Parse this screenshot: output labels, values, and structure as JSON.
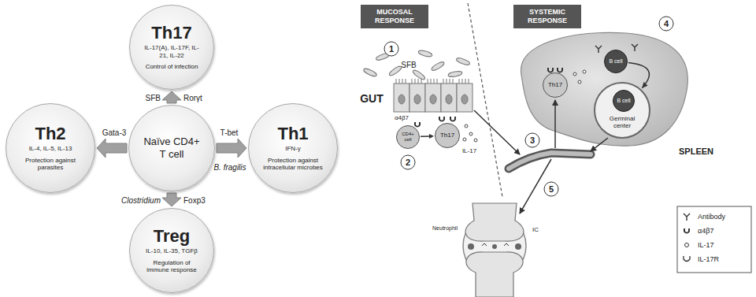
{
  "diagram": {
    "nodes": [
      {
        "text": [
          "Th17",
          "IL-17(A), IL-17F, IL-21, IL-22",
          "Control of infection"
        ]
      },
      {
        "text": [
          "Th2",
          "IL-4, IL-5, IL-13",
          "Protection against parasites"
        ]
      },
      {
        "text": [
          "Naïve CD4+ T cell"
        ]
      },
      {
        "text": [
          "Th1",
          "IFN-γ",
          "Protection against intracellular microbes"
        ]
      },
      {
        "text": [
          "Treg",
          "IL-10, IL-35, TGFβ",
          "Regulation of immune response"
        ]
      },
      {
        "text": [
          "MUCOSAL RESPONSE"
        ]
      },
      {
        "text": [
          "SYSTEMIC RESPONSE"
        ]
      },
      {
        "text": [
          "CD4+ cell"
        ]
      },
      {
        "text": [
          "Th17"
        ]
      },
      {
        "text": [
          "Th17"
        ]
      },
      {
        "text": [
          "B cell"
        ]
      },
      {
        "text": [
          "Germinal center"
        ]
      },
      {
        "text": [
          "B cell"
        ],
        "in": 11
      }
    ],
    "edges": [
      {
        "from": 2,
        "to": 0,
        "arrow": "to"
      },
      {
        "from": 2,
        "to": 1,
        "arrow": "to"
      },
      {
        "from": 2,
        "to": 3,
        "arrow": "to"
      },
      {
        "from": 2,
        "to": 4,
        "arrow": "to"
      },
      {
        "from": 7,
        "to": 8,
        "arrow": "to"
      },
      {
        "from": 10,
        "to": 11,
        "arrow": "to"
      }
    ],
    "labels": [
      "SFB",
      "Rorγt",
      "Gata-3",
      "T-bet",
      "B. fragilis",
      "Clostridium",
      "Foxp3",
      "1",
      "GUT",
      "SFB",
      "α4β7",
      "2",
      "IL-17",
      "3",
      "4",
      "SPLEEN",
      "5",
      "Neutrophil",
      "IC"
    ],
    "legend": [
      {
        "text": "Antibody"
      },
      {
        "text": "α4β7"
      },
      {
        "text": "IL-17"
      },
      {
        "text": "IL-17R"
      }
    ]
  }
}
